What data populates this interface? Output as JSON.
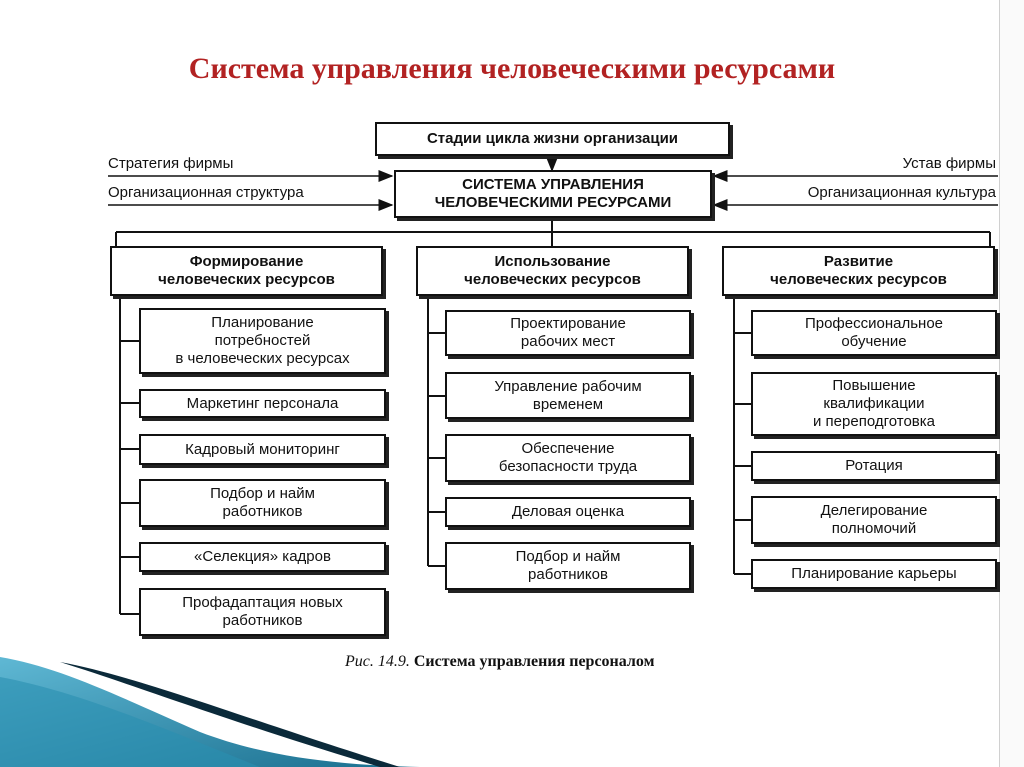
{
  "title": "Система управления человеческими ресурсами",
  "top_box": "Стадии цикла жизни организации",
  "center_box": "СИСТЕМА УПРАВЛЕНИЯ\nЧЕЛОВЕЧЕСКИМИ РЕСУРСАМИ",
  "left_inputs": [
    "Стратегия фирмы",
    "Организационная структура"
  ],
  "right_inputs": [
    "Устав фирмы",
    "Организационная культура"
  ],
  "columns": [
    {
      "header": "Формирование\nчеловеческих ресурсов",
      "items": [
        "Планирование\nпотребностей\nв человеческих ресурсах",
        "Маркетинг персонала",
        "Кадровый мониторинг",
        "Подбор и найм\nработников",
        "«Селекция» кадров",
        "Профадаптация новых\nработников"
      ]
    },
    {
      "header": "Использование\nчеловеческих ресурсов",
      "items": [
        "Проектирование\nрабочих мест",
        "Управление рабочим\nвременем",
        "Обеспечение\nбезопасности труда",
        "Деловая оценка",
        "Подбор и найм\nработников"
      ]
    },
    {
      "header": "Развитие\nчеловеческих ресурсов",
      "items": [
        "Профессиональное\nобучение",
        "Повышение\nквалификации\nи переподготовка",
        "Ротация",
        "Делегирование\nполномочий",
        "Планирование карьеры"
      ]
    }
  ],
  "caption_prefix": "Рис. 14.9.",
  "caption_text": "Система управления персоналом",
  "colors": {
    "title": "#b22222",
    "ink": "#111111",
    "deco_teal": "#2a8fb0"
  }
}
